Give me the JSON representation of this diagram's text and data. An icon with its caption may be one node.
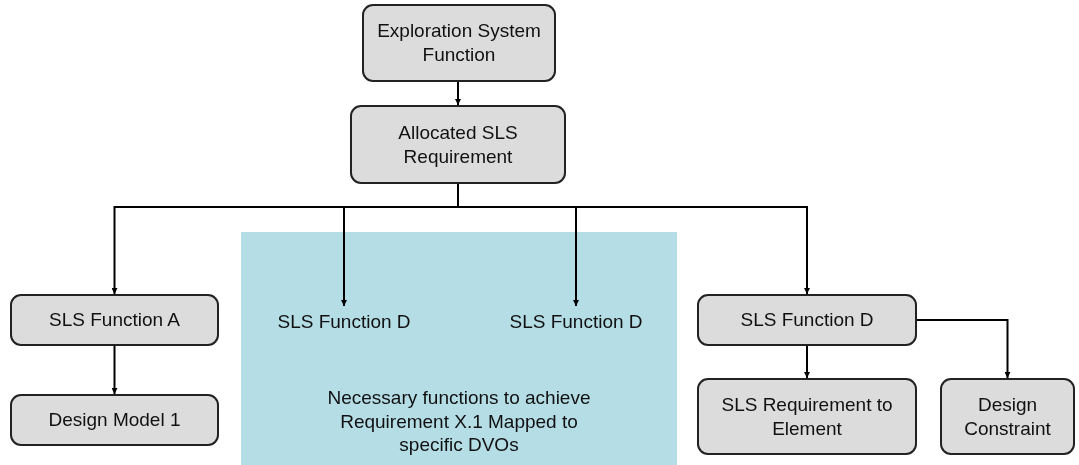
{
  "diagram": {
    "nodes": [
      {
        "text": [
          "Exploration System Function"
        ]
      },
      {
        "text": [
          "Allocated SLS Requirement"
        ]
      },
      {
        "text": [
          "SLS Function A"
        ]
      },
      {
        "text": [
          "Necessary functions to achieve Requirement X.1 Mapped to specific DVOs"
        ]
      },
      {
        "text": [
          "SLS Function D"
        ],
        "in": 3
      },
      {
        "text": [
          "SLS Function D"
        ],
        "in": 3
      },
      {
        "text": [
          "SLS Function D"
        ]
      },
      {
        "text": [
          "Design Model 1"
        ]
      },
      {
        "text": [
          "SLS Requirement to Element"
        ]
      },
      {
        "text": [
          "Design Constraint"
        ]
      }
    ],
    "edges": [
      {
        "from": 0,
        "to": 1,
        "arrow": "to"
      },
      {
        "from": 1,
        "to": 2,
        "arrow": "to"
      },
      {
        "from": 1,
        "to": 4,
        "arrow": "to"
      },
      {
        "from": 1,
        "to": 5,
        "arrow": "to"
      },
      {
        "from": 1,
        "to": 6,
        "arrow": "to"
      },
      {
        "from": 2,
        "to": 7,
        "arrow": "to"
      },
      {
        "from": 6,
        "to": 8,
        "arrow": "to"
      },
      {
        "from": 6,
        "to": 9,
        "arrow": "to"
      }
    ]
  }
}
